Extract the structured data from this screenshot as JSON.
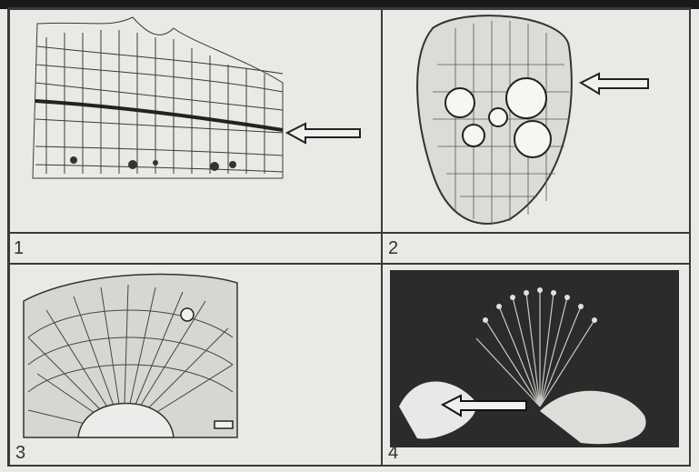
{
  "panels": [
    {
      "number": "1",
      "subject": "tissue-cross-section"
    },
    {
      "number": "2",
      "subject": "vascular-bundle-cross-section"
    },
    {
      "number": "3",
      "subject": "stem-cross-section-with-rays"
    },
    {
      "number": "4",
      "subject": "flower-photograph"
    }
  ]
}
